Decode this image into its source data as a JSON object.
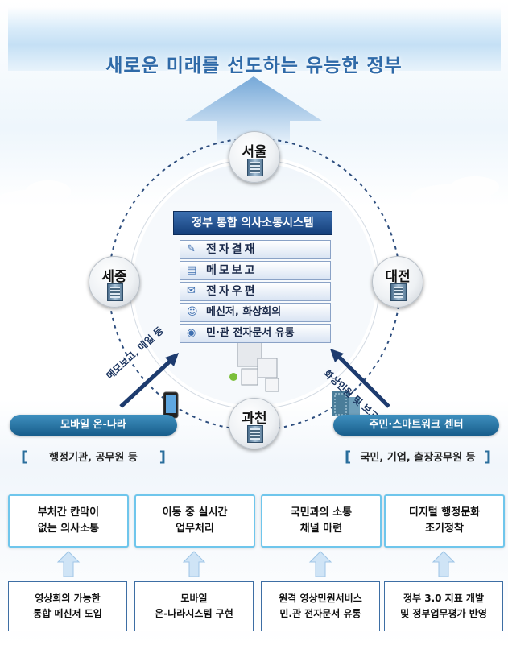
{
  "banner_title": "새로운 미래를 선도하는 유능한 정부",
  "cities": {
    "top": "서울",
    "left": "세종",
    "right": "대전",
    "bottom": "과천"
  },
  "system": {
    "title": "정부 통합 의사소통시스템",
    "items": [
      {
        "label": "전자결재",
        "icon": "approval-icon"
      },
      {
        "label": "메모보고",
        "icon": "memo-icon"
      },
      {
        "label": "전자우편",
        "icon": "mail-icon"
      },
      {
        "label": "메신저, 화상회의",
        "icon": "messenger-icon"
      },
      {
        "label": "민·관 전자문서 유통",
        "icon": "document-icon"
      }
    ]
  },
  "arrow_labels": {
    "left": "메모보고, 메일 등",
    "right": "화상민원 및 보고"
  },
  "channels": {
    "left": {
      "label": "모바일 온-나라",
      "users": "행정기관, 공무원 등"
    },
    "right": {
      "label": "주민·스마트워크 센터",
      "users": "국민, 기업, 출장공무원 등"
    }
  },
  "outcomes": [
    "부처간 칸막이\n없는 의사소통",
    "이동 중 실시간\n업무처리",
    "국민과의 소통\n채널 마련",
    "디지털 행정문화\n조기정착"
  ],
  "actions": [
    "영상회의 가능한\n통합 메신저 도입",
    "모바일\n온-나라시스템 구현",
    "원격 영상민원서비스\n민.관 전자문서 유통",
    "정부 3.0 지표 개발\n및 정부업무평가 반영"
  ],
  "colors": {
    "title": "#2f6aa8",
    "channel": "#185d8b",
    "outcome_border": "#6fc6ec",
    "stack_header": "#153f7a"
  }
}
